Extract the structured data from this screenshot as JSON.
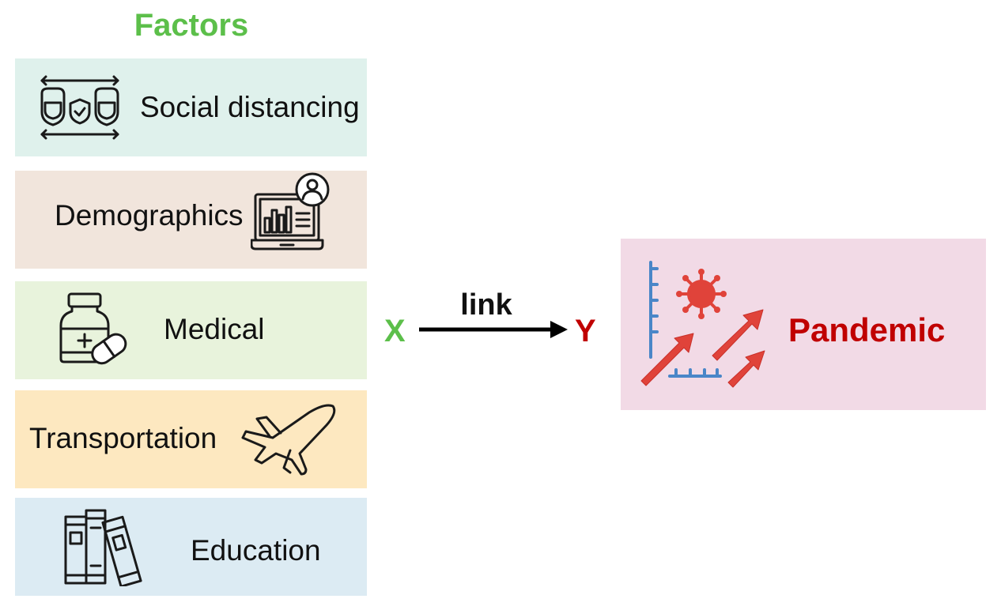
{
  "title": "Factors",
  "factors": [
    {
      "label": "Social distancing",
      "color": "#dff1ec",
      "icon": "social-distancing-icon"
    },
    {
      "label": "Demographics",
      "color": "#f1e5dc",
      "icon": "laptop-chart-icon"
    },
    {
      "label": "Medical",
      "color": "#e8f3dc",
      "icon": "medicine-bottle-icon"
    },
    {
      "label": "Transportation",
      "color": "#fde8c0",
      "icon": "airplane-icon"
    },
    {
      "label": "Education",
      "color": "#dcebf3",
      "icon": "books-icon"
    }
  ],
  "x_label": "X",
  "x_color": "#5cbf4a",
  "link_label": "link",
  "y_label": "Y",
  "y_color": "#c00000",
  "target": {
    "label": "Pandemic",
    "color": "#f2dae6",
    "icon": "pandemic-chart-icon"
  }
}
